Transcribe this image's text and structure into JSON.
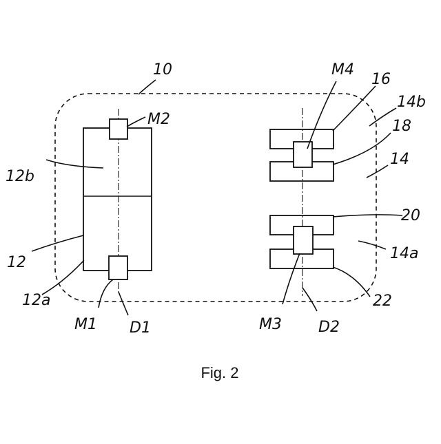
{
  "figure": {
    "caption": "Fig. 2",
    "labels": {
      "housing": "10",
      "left_module": "12",
      "left_module_sub": "12a",
      "left_module_upper": "12b",
      "right_module": "14",
      "right_module_upper": "14b",
      "right_module_lower": "14a",
      "ref16": "16",
      "ref18": "18",
      "ref20": "20",
      "ref22": "22",
      "m1": "M1",
      "m2": "M2",
      "m3": "M3",
      "m4": "M4",
      "d1": "D1",
      "d2": "D2"
    }
  }
}
